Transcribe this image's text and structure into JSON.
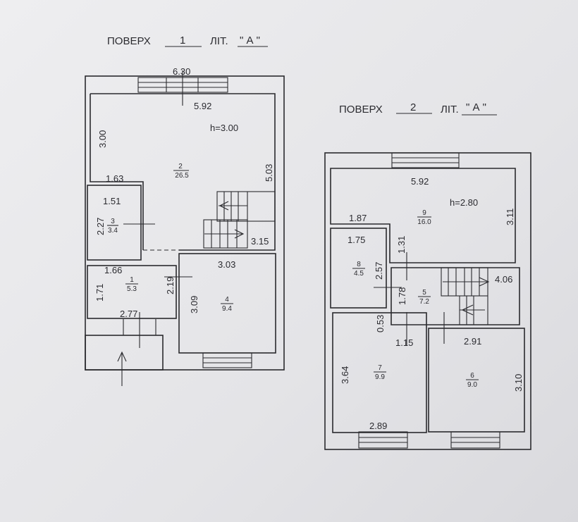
{
  "floor1": {
    "title": {
      "word": "ПОВЕРХ",
      "number": "1",
      "lit": "ЛІТ.",
      "letter": "\" А \""
    },
    "overall_width": "6.30",
    "height": "h=3.00",
    "rooms": [
      {
        "number": "2",
        "area": "26.5"
      },
      {
        "number": "3",
        "area": "3.4"
      },
      {
        "number": "1",
        "area": "5.3"
      },
      {
        "number": "4",
        "area": "9.4"
      }
    ],
    "dimensions": [
      "5.92",
      "3.00",
      "5.03",
      "1.63",
      "1.51",
      "2.27",
      "3.15",
      "1.66",
      "1.71",
      "2.19",
      "2.77",
      "3.03",
      "3.09"
    ]
  },
  "floor2": {
    "title": {
      "word": "ПОВЕРХ",
      "number": "2",
      "lit": "ЛІТ.",
      "letter": "\" А \""
    },
    "height": "h=2.80",
    "rooms": [
      {
        "number": "9",
        "area": "16.0"
      },
      {
        "number": "8",
        "area": "4.5"
      },
      {
        "number": "5",
        "area": "7.2"
      },
      {
        "number": "7",
        "area": "9.9"
      },
      {
        "number": "6",
        "area": "9.0"
      }
    ],
    "dimensions": [
      "5.92",
      "3.11",
      "1.87",
      "1.75",
      "1.31",
      "2.57",
      "1.78",
      "4.06",
      "0.53",
      "1.15",
      "2.91",
      "3.64",
      "3.10",
      "2.89"
    ]
  }
}
